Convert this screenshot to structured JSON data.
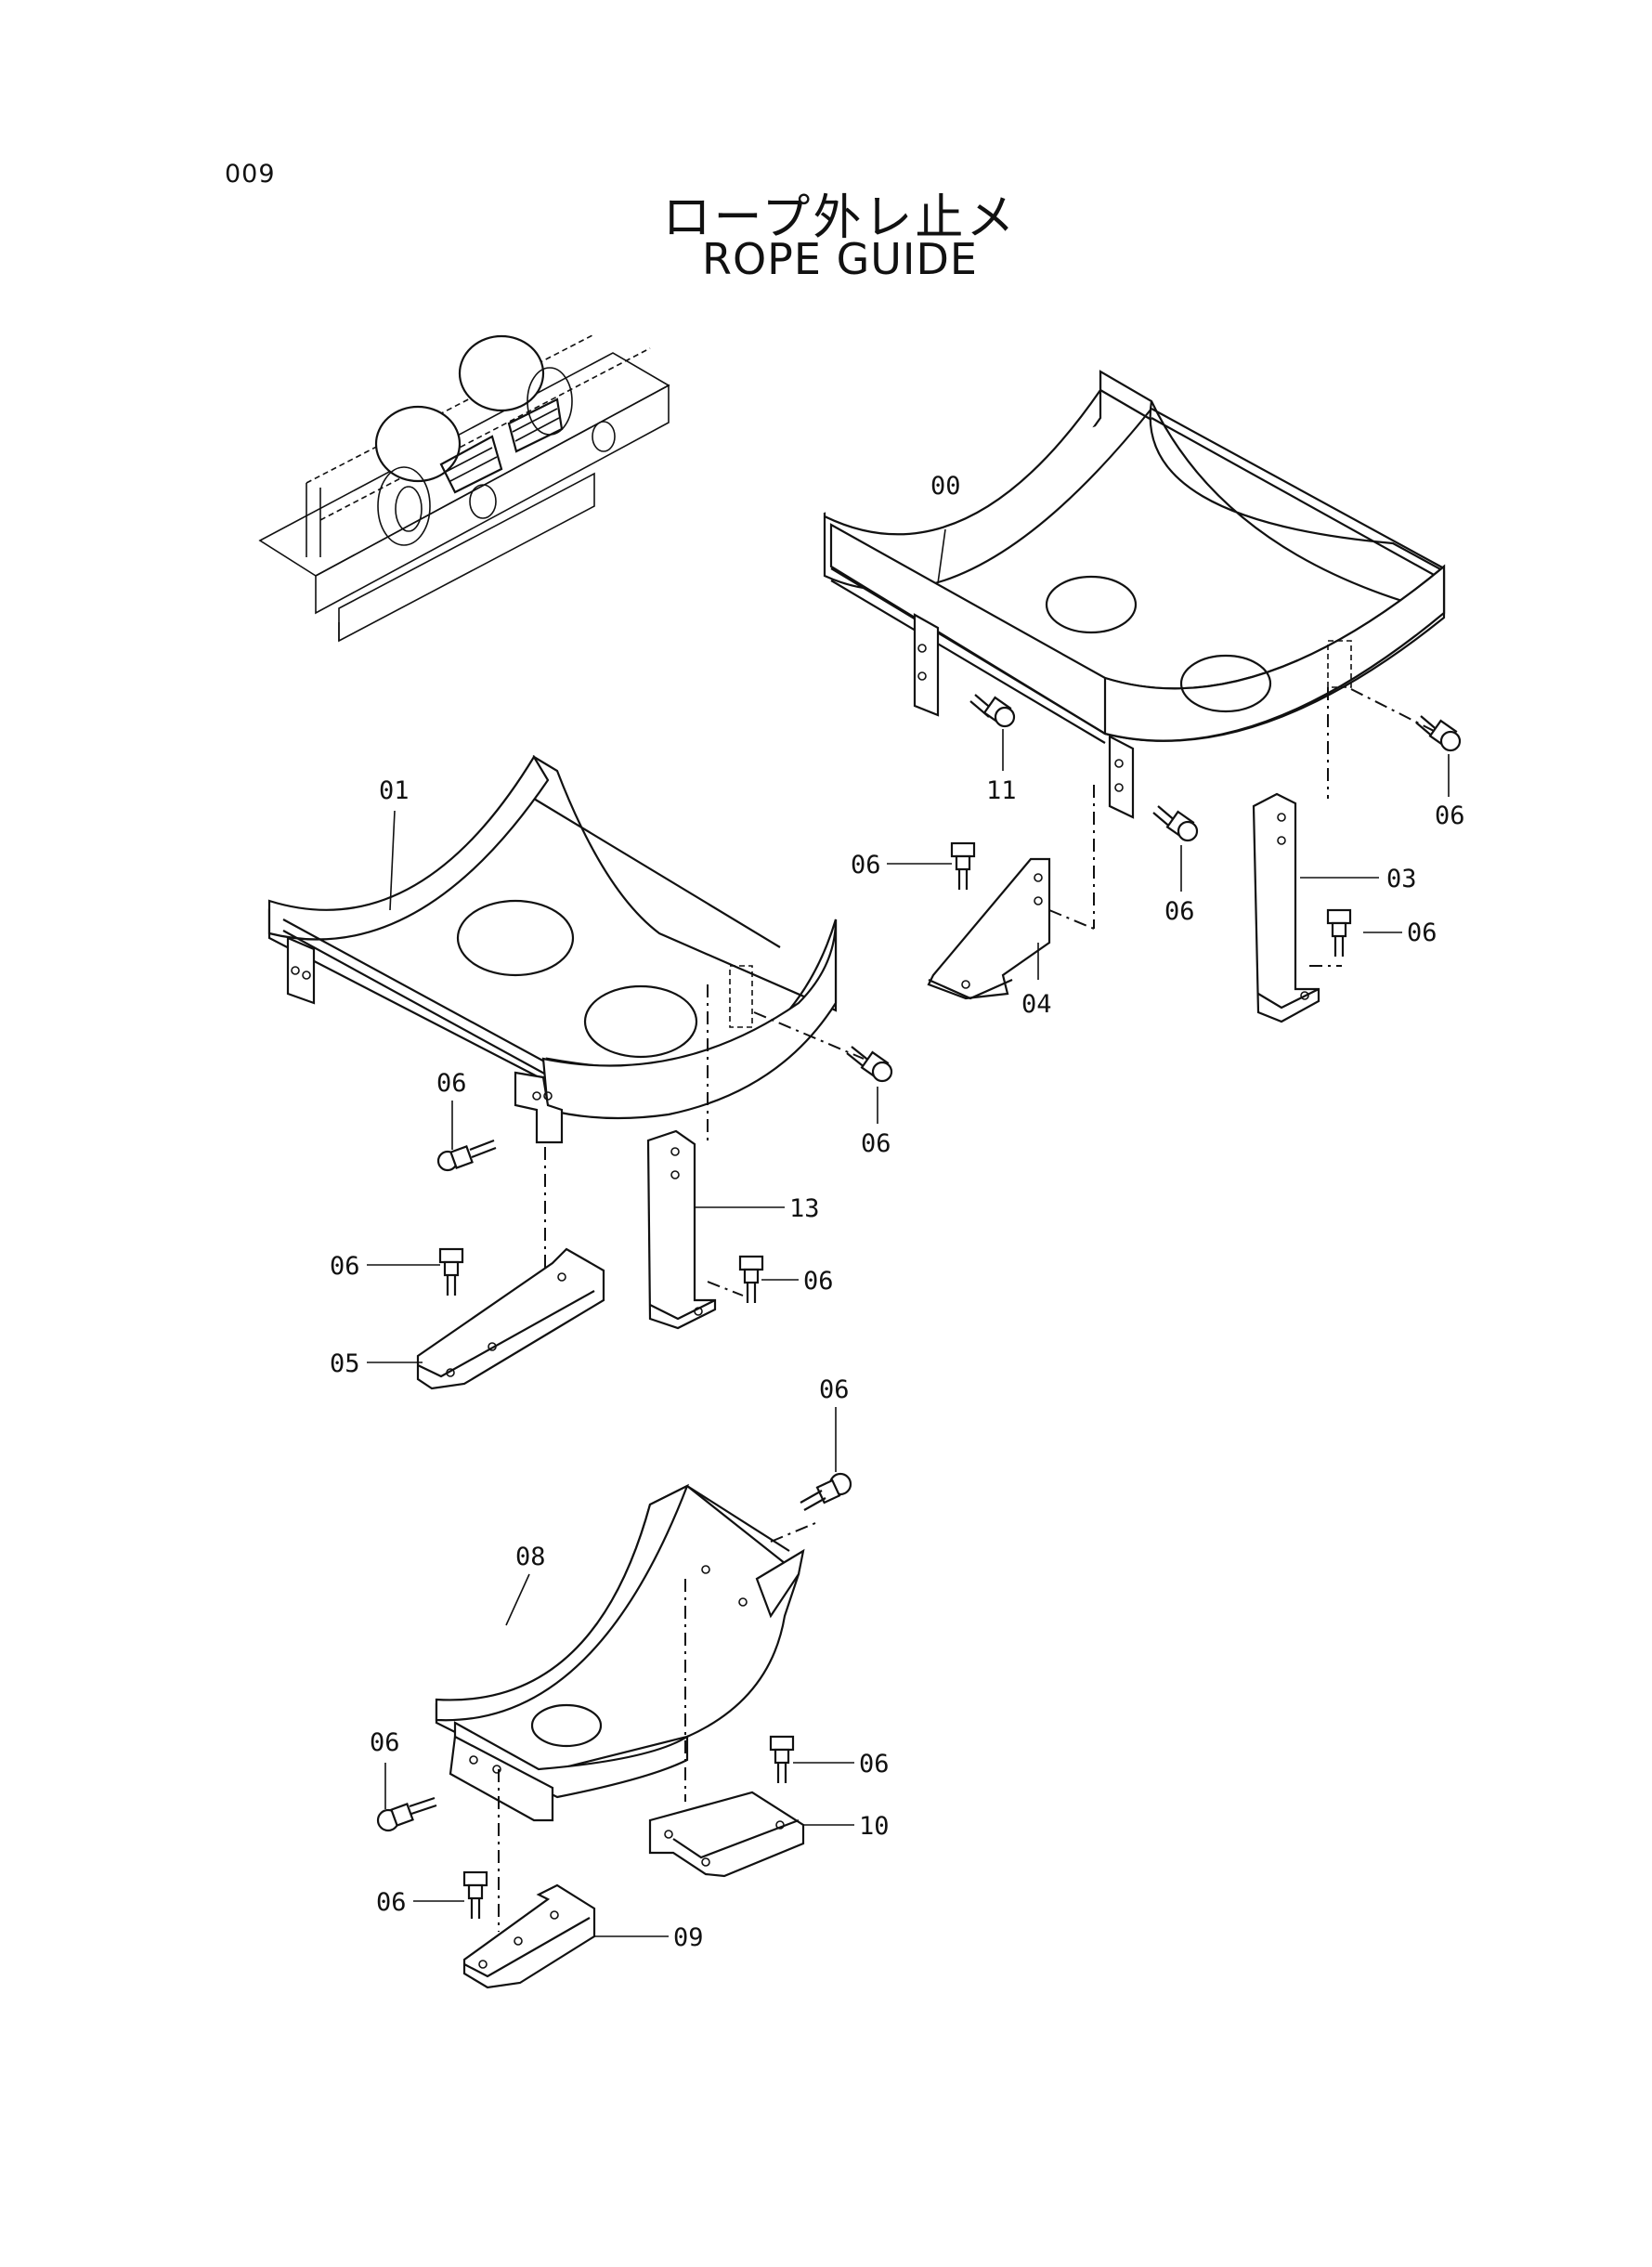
{
  "page_number": "009",
  "title_jp": "ロープ外レ止メ",
  "title_en": "ROPE GUIDE",
  "callouts": {
    "c00": "00",
    "c01": "01",
    "c03": "03",
    "c04": "04",
    "c05": "05",
    "c06": "06",
    "c08": "08",
    "c09": "09",
    "c10": "10",
    "c11": "11",
    "c13": "13"
  }
}
